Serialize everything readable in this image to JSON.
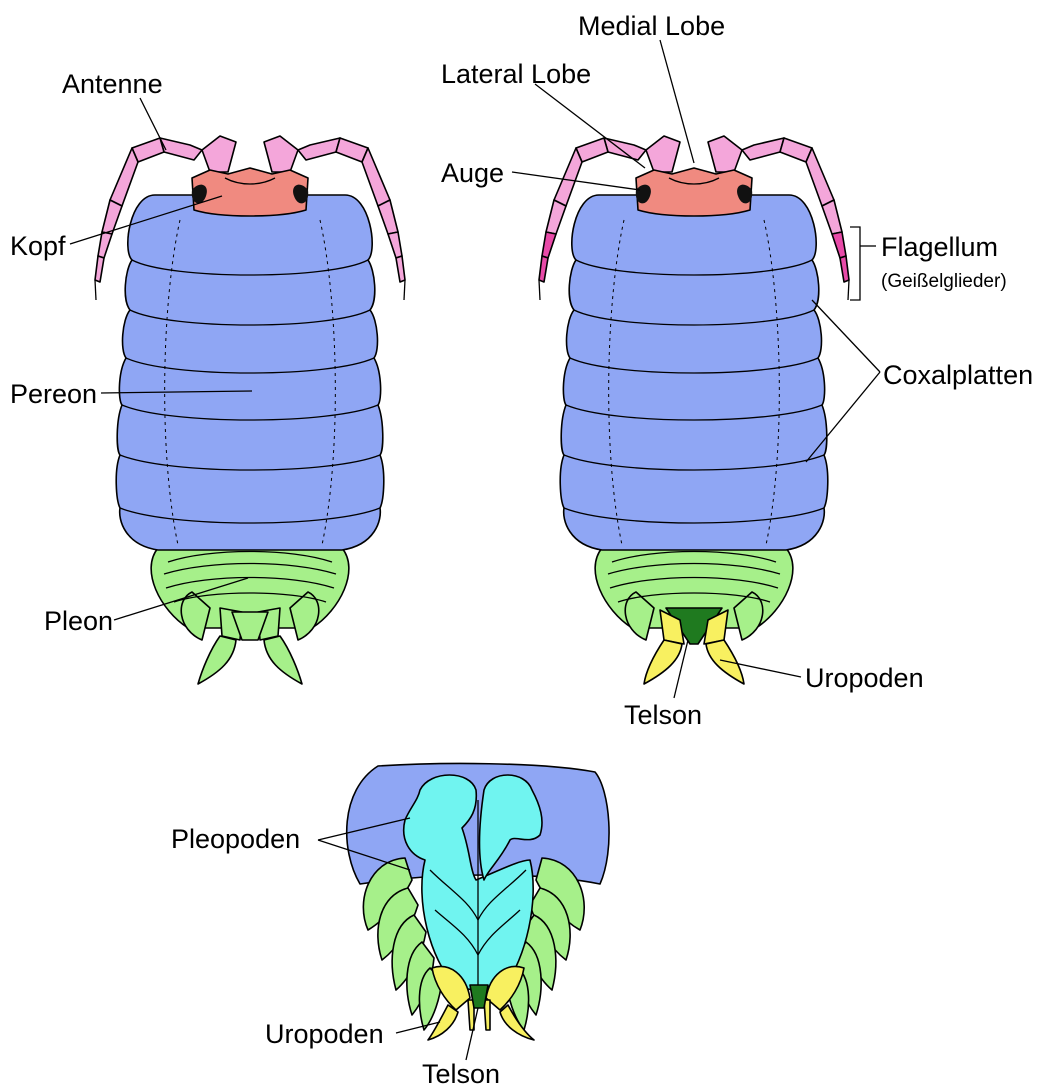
{
  "labels": {
    "antenne": "Antenne",
    "kopf": "Kopf",
    "pereon": "Pereon",
    "pleon": "Pleon",
    "medial_lobe": "Medial Lobe",
    "lateral_lobe": "Lateral Lobe",
    "auge": "Auge",
    "flagellum": "Flagellum",
    "geisselglieder": "(Geißelglieder)",
    "coxalplatten": "Coxalplatten",
    "uropoden_top": "Uropoden",
    "telson_top": "Telson",
    "pleopoden": "Pleopoden",
    "uropoden_bottom": "Uropoden",
    "telson_bottom": "Telson"
  },
  "colors": {
    "pereon": "#8fa6f4",
    "head": "#f08a80",
    "antenna": "#f4a6da",
    "flagellum": "#e84aa8",
    "pleon": "#a6f08a",
    "telson": "#1f7a1f",
    "uropods": "#f8f060",
    "pleopods": "#70f4f0",
    "eye": "#111111"
  },
  "icons": {
    "eye": "black-eye-blot",
    "flagellum_bracket": "square-bracket"
  }
}
